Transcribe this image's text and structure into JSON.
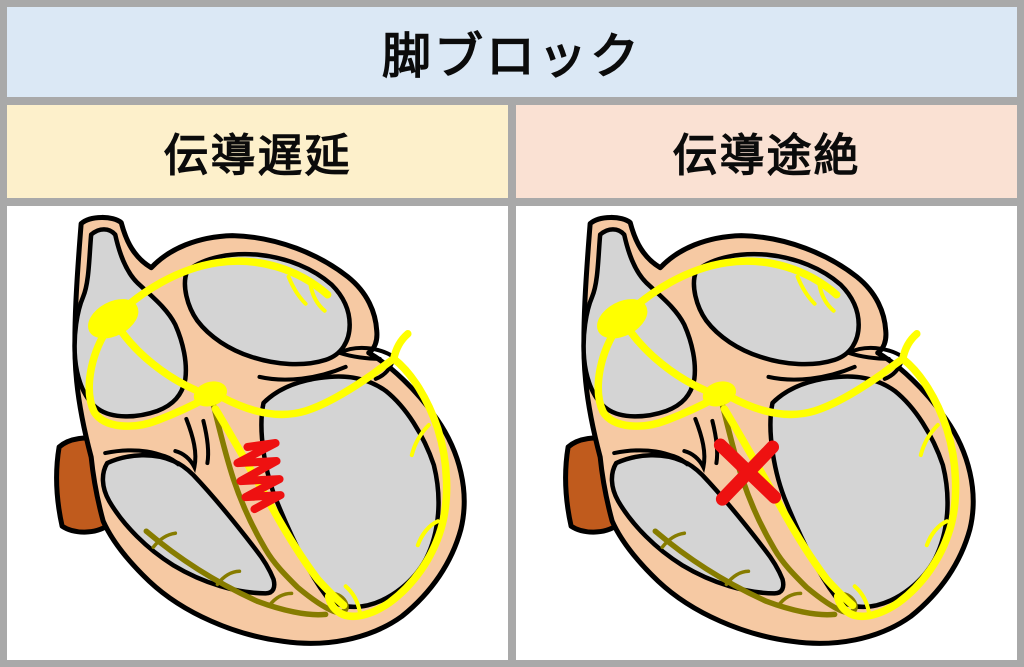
{
  "title": {
    "label": "脚ブロック",
    "bg": "#dbe8f5"
  },
  "columns": [
    {
      "label": "伝導遅延",
      "bg": "#fdf0cb",
      "mark": "zigzag-delay"
    },
    {
      "label": "伝導途絶",
      "bg": "#fae1d3",
      "mark": "cross-block"
    }
  ],
  "diagram": {
    "type": "heart-conduction-cross-section",
    "colors": {
      "frame": "#a9a9a9",
      "panel_bg": "#ffffff",
      "title_bg": "#dbe8f5",
      "heart_wall": "#f6c9a3",
      "chamber": "#d4d4d4",
      "outline": "#000000",
      "conduction_yellow": "#ffff00",
      "bundle_olive": "#867c00",
      "vessel_brown": "#c05b1d",
      "mark_red": "#ee1111"
    }
  }
}
